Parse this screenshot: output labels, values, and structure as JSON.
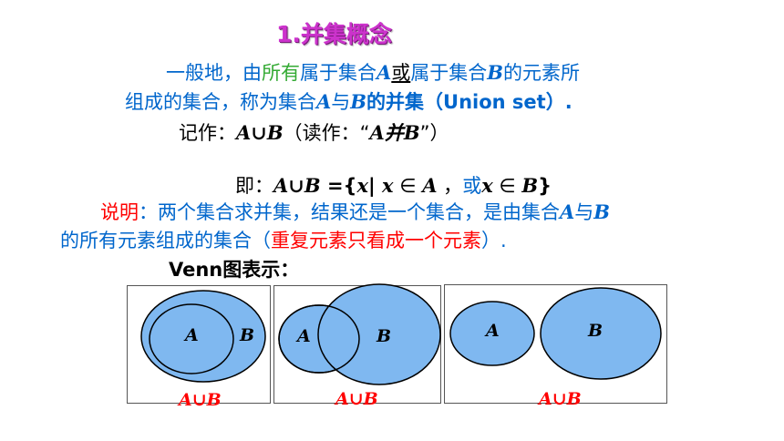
{
  "title": "1.并集概念",
  "definition": {
    "p1": "一般地，由",
    "p2": "所有",
    "p3": "属于集合",
    "setA": "A",
    "or": "或",
    "p4": "属于集合",
    "setB": "B",
    "p5": "的元素所",
    "l2a": "组成的集合，称为集合",
    "l2A": "A",
    "l2b": "与",
    "l2B": "B",
    "l2c": "的并集（Union set）."
  },
  "notation": {
    "prefix": "记作：",
    "expr": "A∪B",
    "read": "（读作：“",
    "readExpr": "A并B",
    "suffix": "”）"
  },
  "formula": {
    "prefix": "即：",
    "lhs": "A∪B",
    "eq": " ={",
    "x": "x",
    "bar": "| ",
    "x2": "x",
    "in1": " ∈ ",
    "A": "A",
    "comma": " ，",
    "or": "或",
    "x3": "x",
    "in2": " ∈ ",
    "B": "B",
    "close": "}"
  },
  "note": {
    "label": "说明",
    "text1": "：两个集合求并集，结果还是一个集合，是由集合",
    "A": "A",
    "with": "与",
    "B": "B",
    "text2": "的所有元素组成的集合（",
    "emph": "重复元素只看成一个元素",
    "text3": "）."
  },
  "venn_heading": "Venn图表示：",
  "venn": [
    {
      "a": "A",
      "b": "B",
      "caption": "A∪B"
    },
    {
      "a": "A",
      "b": "B",
      "caption": "A∪B"
    },
    {
      "a": "A",
      "b": "B",
      "caption": "A∪B"
    }
  ],
  "colors": {
    "fill": "#7fb8f0",
    "title": "#cc33cc",
    "blue": "#0066cc",
    "red": "#ff0000",
    "green": "#33aa33"
  }
}
